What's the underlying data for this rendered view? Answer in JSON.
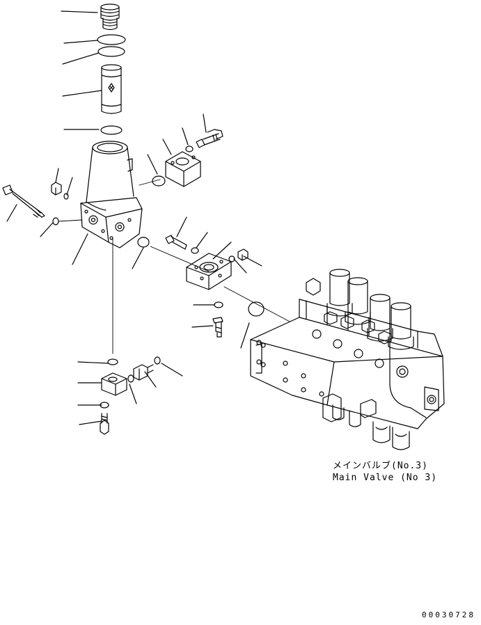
{
  "main_valve": {
    "label_jp": "メインバルブ(No.3)",
    "label_en": "Main Valve (No 3)"
  },
  "drawing_number": "00030728",
  "colors": {
    "line": "#000000",
    "background": "#ffffff"
  }
}
